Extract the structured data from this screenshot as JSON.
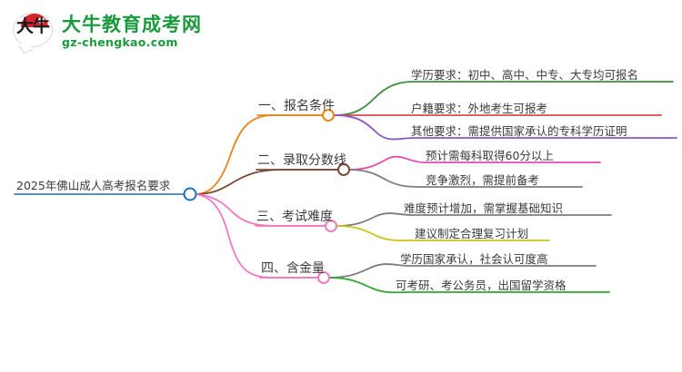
{
  "logo": {
    "mark_glyph": "大牛",
    "title": "大牛教育成考网",
    "subtitle": "gz-chengkao.com",
    "brand_color": "#1a9a3c",
    "accent_color": "#d8232a"
  },
  "mindmap": {
    "root": {
      "label": "2025年佛山成人高考报名要求",
      "node_color": "#1f6fb5"
    },
    "branches": [
      {
        "label": "一、报名条件",
        "color": "#e8861e",
        "node_color": "#e8861e",
        "children": [
          {
            "label": "学历要求：初中、高中、中专、大专均可报名",
            "color": "#3f8f3f"
          },
          {
            "label": "户籍要求：外地考生可报考",
            "color": "#d94b4b"
          },
          {
            "label": "其他要求：需提供国家承认的专科学历证明",
            "color": "#8a57c4"
          }
        ]
      },
      {
        "label": "二、录取分数线",
        "color": "#7a4a3a",
        "node_color": "#7a4a3a",
        "children": [
          {
            "label": "预计需每科取得60分以上",
            "color": "#e84ab0"
          },
          {
            "label": "竞争激烈，需提前备考",
            "color": "#7d7d7d"
          }
        ]
      },
      {
        "label": "三、考试难度",
        "color": "#f07ac0",
        "node_color": "#f07ac0",
        "children": [
          {
            "label": "难度预计增加，需掌握基础知识",
            "color": "#7d7d7d"
          },
          {
            "label": "建议制定合理复习计划",
            "color": "#ccc418"
          }
        ]
      },
      {
        "label": "四、含金量",
        "color": "#f07ac0",
        "node_color": "#f07ac0",
        "children": [
          {
            "label": "学历国家承认，社会认可度高",
            "color": "#7d7d7d"
          },
          {
            "label": "可考研、考公务员，出国留学资格",
            "color": "#2fa82f"
          }
        ]
      }
    ]
  }
}
